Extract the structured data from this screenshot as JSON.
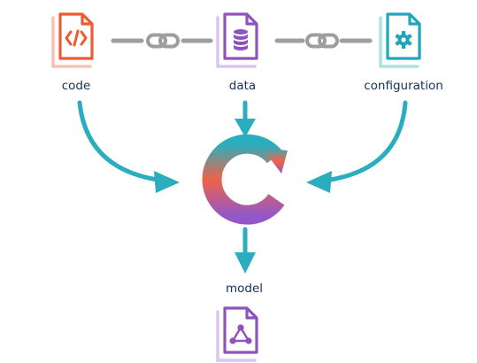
{
  "nodes": {
    "code": {
      "label": "code",
      "icon": "code-file-icon",
      "color": "#ec5b34",
      "shadow_color": "#f8c2b1"
    },
    "data": {
      "label": "data",
      "icon": "database-file-icon",
      "color": "#8e53bc",
      "shadow_color": "#dac5ec"
    },
    "configuration": {
      "label": "configuration",
      "icon": "settings-file-icon",
      "color": "#21a6b9",
      "shadow_color": "#aee0e8"
    },
    "model": {
      "label": "model",
      "icon": "model-file-icon",
      "color": "#8e53bc",
      "shadow_color": "#dac5ec"
    }
  },
  "process": {
    "icon": "refresh-icon",
    "gradient_top": "#2aaebf",
    "gradient_mid": "#ee6347",
    "gradient_bottom": "#9458c6"
  },
  "links": {
    "icon": "link-icon",
    "color": "#9e9e9e"
  },
  "arrows": {
    "color": "#2aaebf"
  },
  "text_color": "#12305a"
}
